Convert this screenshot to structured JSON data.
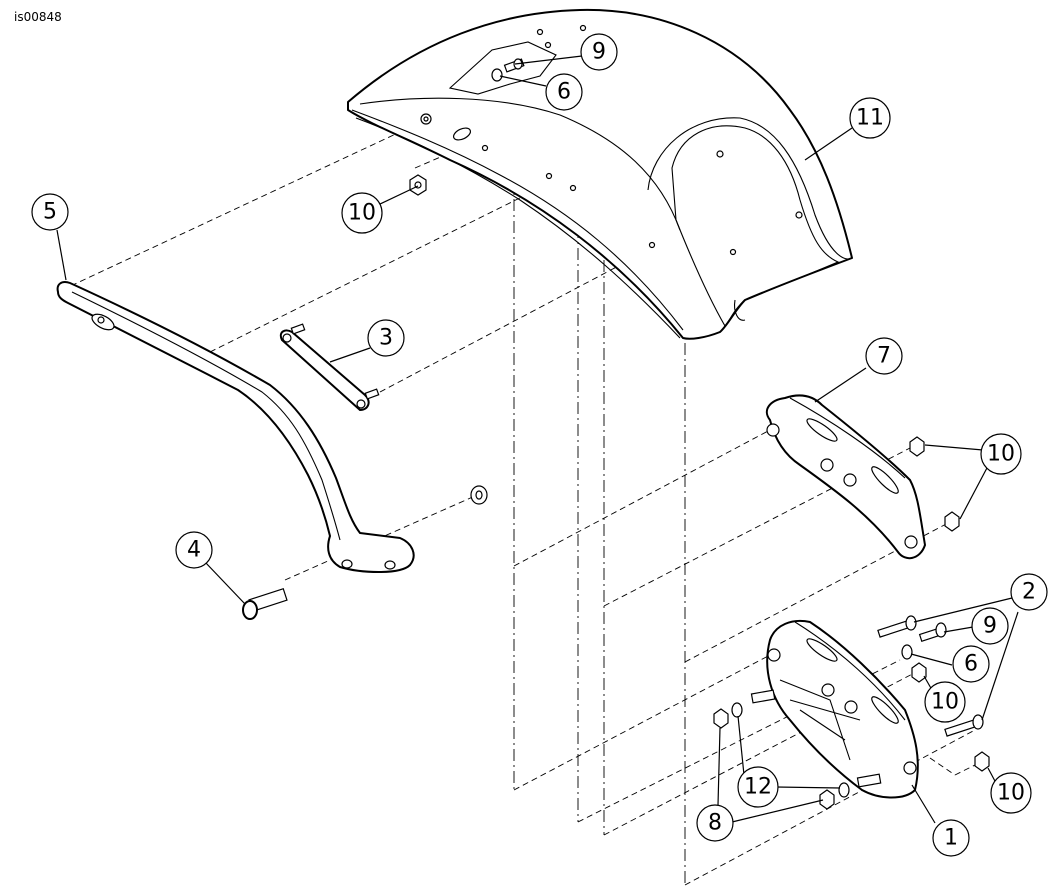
{
  "figure_id": "is00848",
  "callouts": {
    "c1": "1",
    "c2": "2",
    "c3": "3",
    "c4": "4",
    "c5": "5",
    "c6a": "6",
    "c6b": "6",
    "c7": "7",
    "c8": "8",
    "c9a": "9",
    "c9b": "9",
    "c10a": "10",
    "c10b": "10",
    "c10c": "10",
    "c10d": "10",
    "c11": "11",
    "c12": "12"
  }
}
